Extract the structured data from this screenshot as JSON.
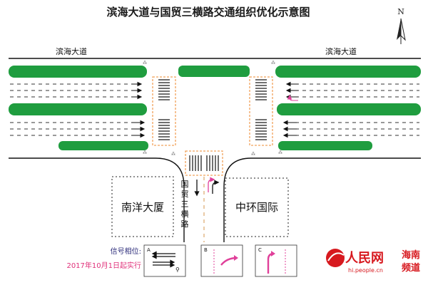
{
  "title": "滨海大道与国贸三横路交通组织优化示意图",
  "north": "N",
  "road_labels": {
    "west": "滨海大道",
    "east": "滨海大道",
    "south": "国贸三横路"
  },
  "buildings": {
    "left": "南洋大厦",
    "right": "中环国际"
  },
  "signal_phases": {
    "label": "信号相位:",
    "date": "2017年10月1日起实行",
    "phases": [
      {
        "id": "A"
      },
      {
        "id": "B"
      },
      {
        "id": "C"
      }
    ]
  },
  "watermark": {
    "brand": "人民网",
    "url": "hi.people.cn",
    "channel_line1": "海南",
    "channel_line2": "频道"
  },
  "colors": {
    "median": "#1f9d3f",
    "crosswalk_box": "#f0a25a",
    "text_blue": "#2c2c7a",
    "date_red": "#e0317a",
    "arrow_pink": "#e0409a",
    "brand_red": "#d7191f"
  }
}
